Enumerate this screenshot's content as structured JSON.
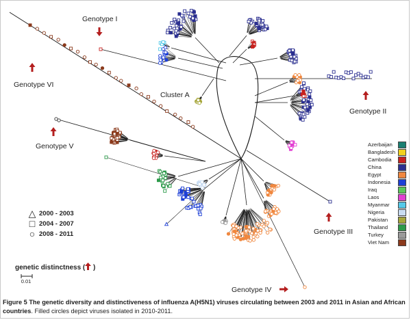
{
  "labels": {
    "genotype_1": "Genotype I",
    "genotype_2": "Genotype II",
    "genotype_3": "Genotype III",
    "genotype_4": "Genotype IV",
    "genotype_5": "Genotype V",
    "genotype_6": "Genotype VI",
    "cluster_a": "Cluster A"
  },
  "legend": [
    {
      "name": "Azerbaijan",
      "color": "#1a7f72"
    },
    {
      "name": "Bangladesh",
      "color": "#f2d21e"
    },
    {
      "name": "Cambodia",
      "color": "#c8221f"
    },
    {
      "name": "China",
      "color": "#2b2f90"
    },
    {
      "name": "Egypt",
      "color": "#f0873e"
    },
    {
      "name": "Indonesia",
      "color": "#1d3fd6"
    },
    {
      "name": "Iraq",
      "color": "#5bc85a"
    },
    {
      "name": "Laos",
      "color": "#e23fd2"
    },
    {
      "name": "Myanmar",
      "color": "#55c9e8"
    },
    {
      "name": "Nigeria",
      "color": "#c9dcf2"
    },
    {
      "name": "Pakistan",
      "color": "#a6a63a"
    },
    {
      "name": "Thailand",
      "color": "#2c9a4a"
    },
    {
      "name": "Turkey",
      "color": "#9a9a9a"
    },
    {
      "name": "Viet Nam",
      "color": "#8b3a1c"
    }
  ],
  "periods": [
    {
      "symbol": "△",
      "label": "2000 - 2003"
    },
    {
      "symbol": "□",
      "label": "2004 - 2007"
    },
    {
      "symbol": "○",
      "label": "2008 - 2011"
    }
  ],
  "distinctness_label": "genetic distinctness (",
  "distinctness_close": ")",
  "scale_label": "0.01",
  "caption": {
    "figure_label": "Figure 5",
    "bold_text": "The genetic diversity and distinctiveness of influenza A(H5N1) viruses circulating between 2003 and 2011 in Asian and African countries",
    "normal_text": ". Filled circles depict viruses isolated in 2010-2011."
  }
}
